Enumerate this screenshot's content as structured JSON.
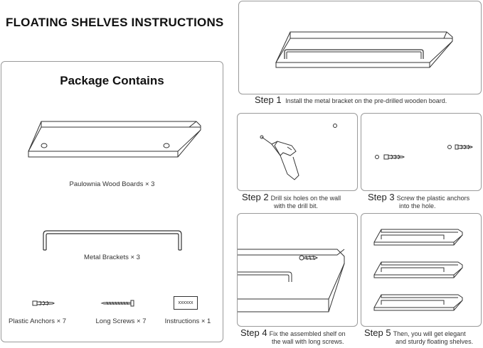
{
  "title": "FLOATING SHELVES INSTRUCTIONS",
  "package": {
    "heading": "Package Contains",
    "boards": "Paulownia Wood Boards × 3",
    "brackets": "Metal Brackets × 3",
    "anchors": "Plastic Anchors × 7",
    "screws": "Long Screws × 7",
    "instructions": "Instructions × 1",
    "instructions_box_text": "xxxxxx"
  },
  "steps": [
    {
      "num": "Step 1",
      "text": "Install the metal bracket on the pre-drilled wooden board."
    },
    {
      "num": "Step 2",
      "text_line1": "Drill six holes on the wall",
      "text_line2": "with the drill bit."
    },
    {
      "num": "Step 3",
      "text_line1": "Screw the plastic anchors",
      "text_line2": "into the hole."
    },
    {
      "num": "Step 4",
      "text_line1": "Fix the assembled shelf on",
      "text_line2": "the wall with long screws."
    },
    {
      "num": "Step 5",
      "text_line1": "Then, you will get elegant",
      "text_line2": "and sturdy floating shelves."
    }
  ]
}
